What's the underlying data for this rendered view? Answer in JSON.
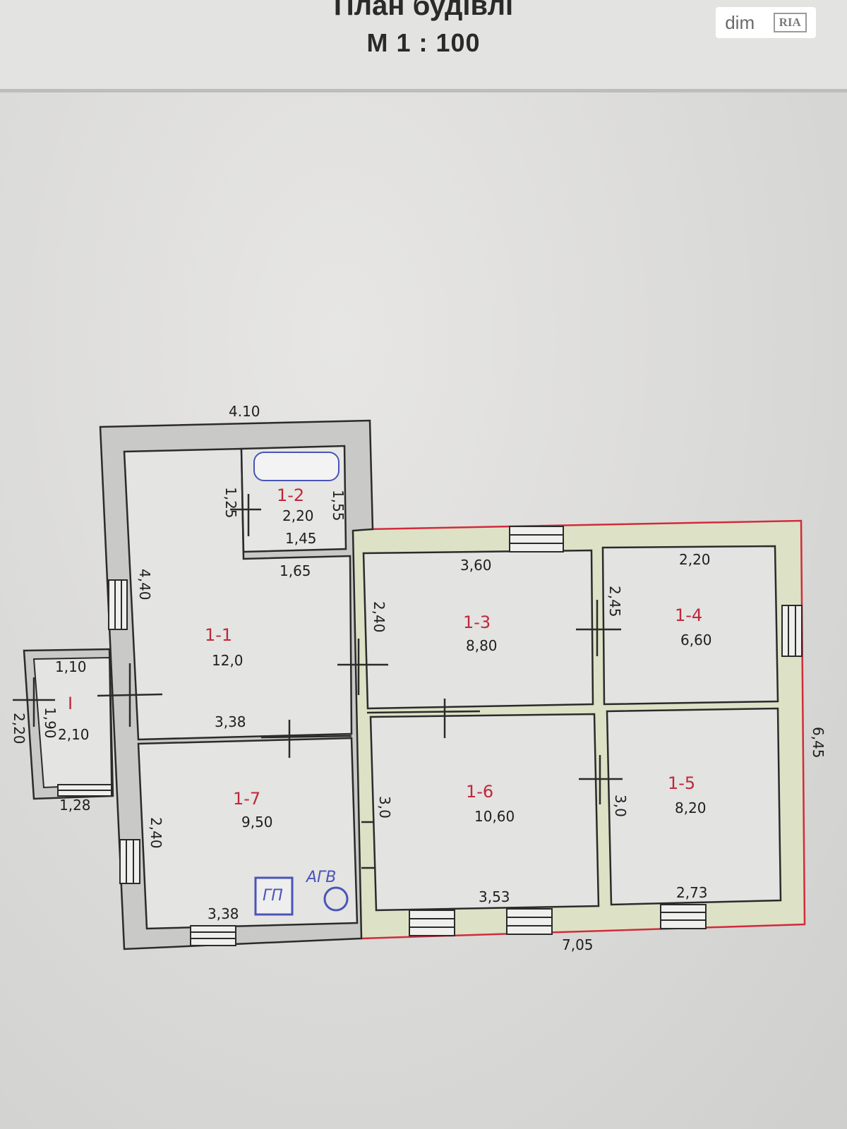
{
  "header": {
    "title": "План будівлі",
    "scale": "М 1 : 100"
  },
  "watermark": {
    "left": "dim",
    "right": "RIA"
  },
  "rooms": [
    {
      "id": "1-1",
      "area": "12,0"
    },
    {
      "id": "1-2",
      "area": "2,20"
    },
    {
      "id": "1-3",
      "area": "8,80"
    },
    {
      "id": "1-4",
      "area": "6,60"
    },
    {
      "id": "1-5",
      "area": "8,20"
    },
    {
      "id": "1-6",
      "area": "10,60"
    },
    {
      "id": "1-7",
      "area": "9,50"
    },
    {
      "id": "I",
      "area": "2,10"
    }
  ],
  "dimensions": {
    "top_overall": "4.10",
    "d_440": "4,40",
    "d_125": "1,25",
    "d_155": "1,55",
    "d_145": "1,45",
    "d_165": "1,65",
    "d_360": "3,60",
    "d_220_top": "2,20",
    "d_240": "2,40",
    "d_245": "2,45",
    "d_110": "1,10",
    "d_220_left": "2,20",
    "d_190": "1,90",
    "d_128": "1,28",
    "d_338_mid": "3,38",
    "d_240_low": "2,40",
    "d_338_bottom": "3,38",
    "d_30_a": "3,0",
    "d_30_b": "3,0",
    "d_353": "3,53",
    "d_273": "2,73",
    "d_705": "7,05",
    "d_645": "6,45"
  },
  "annotations": {
    "agv": "АГВ",
    "stove": "ГП"
  },
  "colors": {
    "wall_fill": "#c9c9c7",
    "line": "#2b2b2b",
    "red": "#d22b3c",
    "ext_fill": "#dfe3c9"
  }
}
